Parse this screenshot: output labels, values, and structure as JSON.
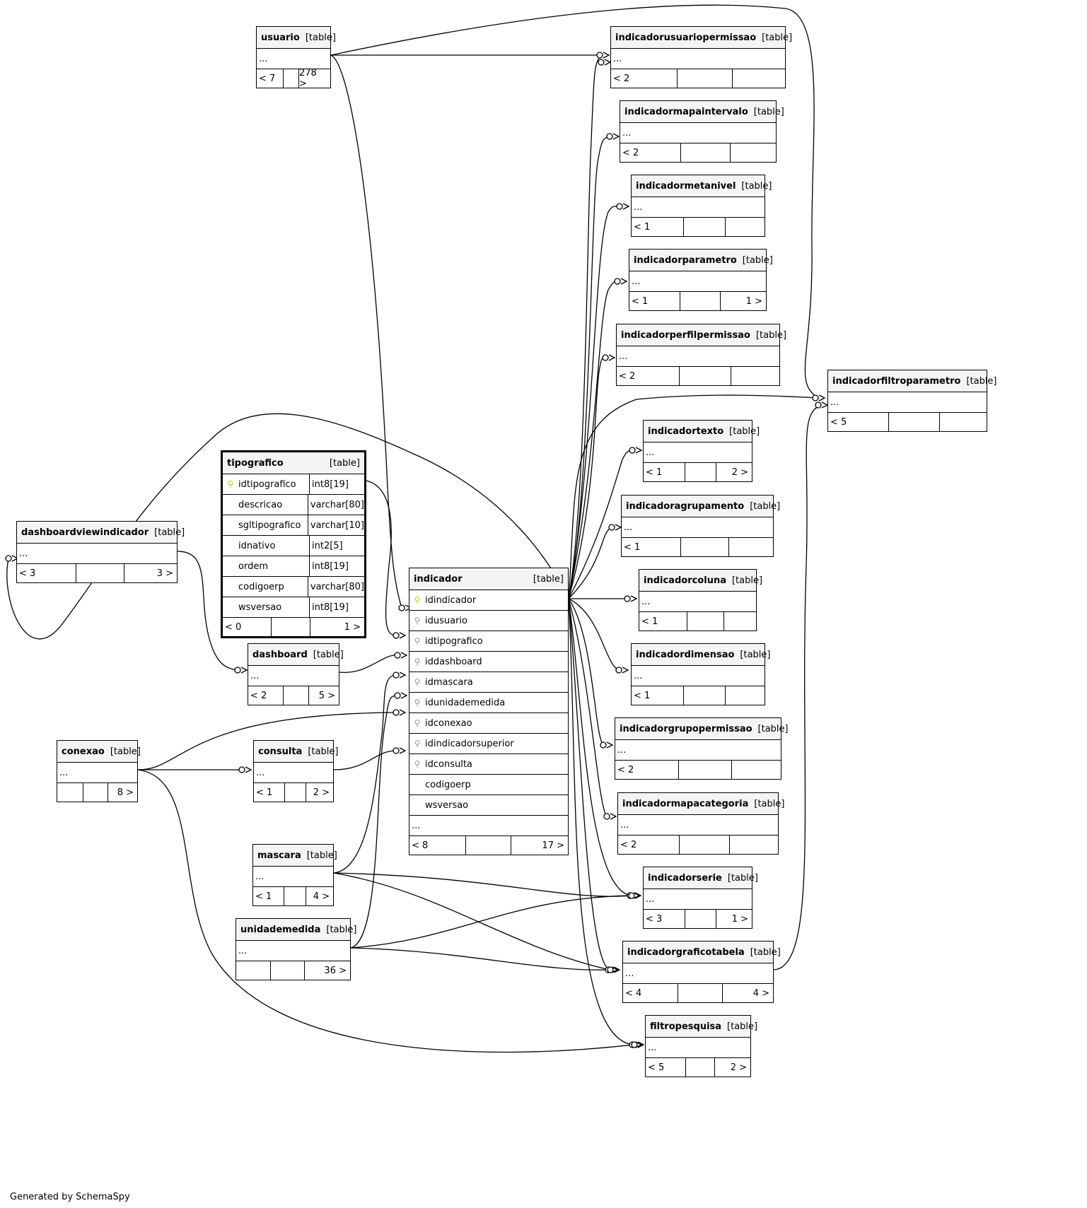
{
  "footer": "Generated by SchemaSpy",
  "table_tag": "[table]",
  "ellipsis": "...",
  "tables": {
    "usuario": {
      "name": "usuario",
      "p": "< 7",
      "c": "278 >"
    },
    "iup": {
      "name": "indicadorusuariopermissao",
      "p": "< 2",
      "c": ""
    },
    "imi": {
      "name": "indicadormapaintervalo",
      "p": "< 2",
      "c": ""
    },
    "imn": {
      "name": "indicadormetanivel",
      "p": "< 1",
      "c": ""
    },
    "ipa": {
      "name": "indicadorparametro",
      "p": "< 1",
      "c": "1 >"
    },
    "ipp": {
      "name": "indicadorperfilpermissao",
      "p": "< 2",
      "c": ""
    },
    "ifp": {
      "name": "indicadorfiltroparametro",
      "p": "< 5",
      "c": ""
    },
    "itx": {
      "name": "indicadortexto",
      "p": "< 1",
      "c": "2 >"
    },
    "iag": {
      "name": "indicadoragrupamento",
      "p": "< 1",
      "c": ""
    },
    "dvi": {
      "name": "dashboardviewindicador",
      "p": "< 3",
      "c": "3 >"
    },
    "ico": {
      "name": "indicadorcoluna",
      "p": "< 1",
      "c": ""
    },
    "dsh": {
      "name": "dashboard",
      "p": "< 2",
      "c": "5 >"
    },
    "idm": {
      "name": "indicadordimensao",
      "p": "< 1",
      "c": ""
    },
    "igp": {
      "name": "indicadorgrupopermissao",
      "p": "< 2",
      "c": ""
    },
    "cnx": {
      "name": "conexao",
      "p": "",
      "c": "8 >"
    },
    "cst": {
      "name": "consulta",
      "p": "< 1",
      "c": "2 >"
    },
    "imc": {
      "name": "indicadormapacategoria",
      "p": "< 2",
      "c": ""
    },
    "msc": {
      "name": "mascara",
      "p": "< 1",
      "c": "4 >"
    },
    "ise": {
      "name": "indicadorserie",
      "p": "< 3",
      "c": "1 >"
    },
    "udm": {
      "name": "unidademedida",
      "p": "",
      "c": "36 >"
    },
    "igt": {
      "name": "indicadorgraficotabela",
      "p": "< 4",
      "c": "4 >"
    },
    "fps": {
      "name": "filtropesquisa",
      "p": "< 5",
      "c": "2 >"
    }
  },
  "tipografico": {
    "name": "tipografico",
    "columns": [
      {
        "name": "idtipografico",
        "type": "int8[19]",
        "key": "pk"
      },
      {
        "name": "descricao",
        "type": "varchar[80]",
        "key": ""
      },
      {
        "name": "sgltipografico",
        "type": "varchar[10]",
        "key": ""
      },
      {
        "name": "idnativo",
        "type": "int2[5]",
        "key": ""
      },
      {
        "name": "ordem",
        "type": "int8[19]",
        "key": ""
      },
      {
        "name": "codigoerp",
        "type": "varchar[80]",
        "key": ""
      },
      {
        "name": "wsversao",
        "type": "int8[19]",
        "key": ""
      }
    ],
    "p": "< 0",
    "c": "1 >"
  },
  "indicador": {
    "name": "indicador",
    "columns": [
      {
        "name": "idindicador",
        "key": "pk"
      },
      {
        "name": "idusuario",
        "key": "fk"
      },
      {
        "name": "idtipografico",
        "key": "fk"
      },
      {
        "name": "iddashboard",
        "key": "fk"
      },
      {
        "name": "idmascara",
        "key": "fk"
      },
      {
        "name": "idunidademedida",
        "key": "fk"
      },
      {
        "name": "idconexao",
        "key": "fk"
      },
      {
        "name": "idindicadorsuperior",
        "key": "fk"
      },
      {
        "name": "idconsulta",
        "key": "fk"
      },
      {
        "name": "codigoerp",
        "key": ""
      },
      {
        "name": "wsversao",
        "key": ""
      }
    ],
    "p": "< 8",
    "c": "17 >"
  }
}
